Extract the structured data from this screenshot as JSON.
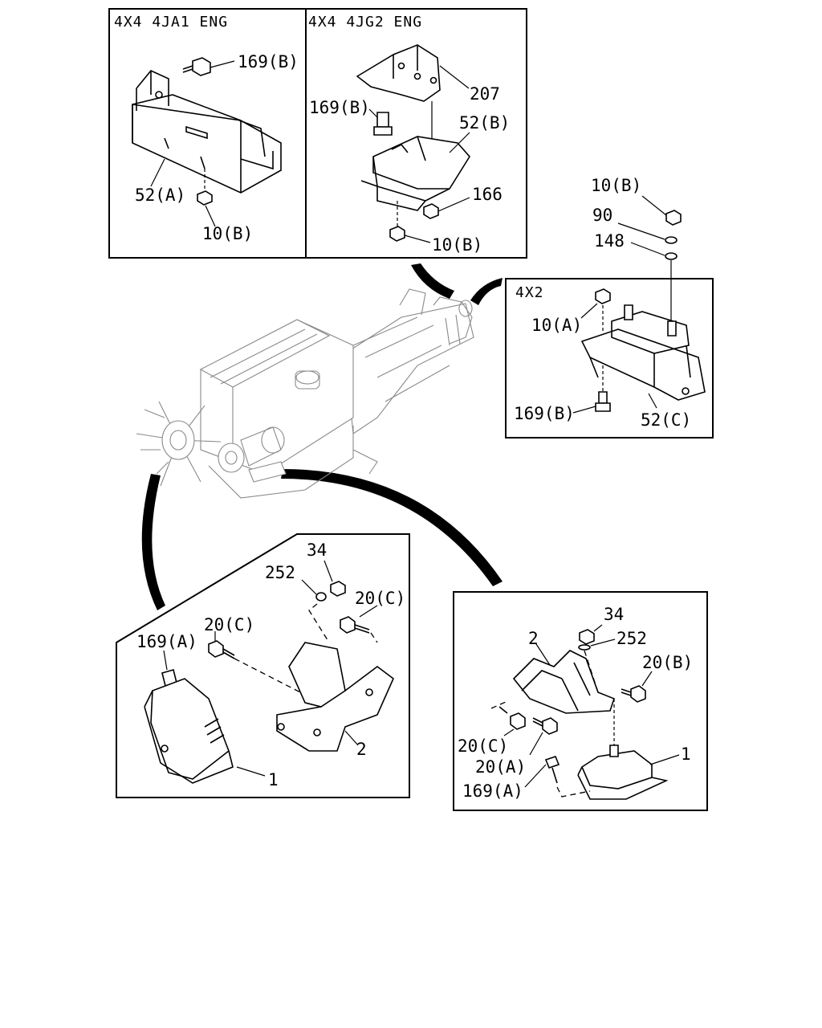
{
  "panels": {
    "ja1": {
      "header": "4X4  4JA1  ENG",
      "labels": {
        "bolt": "169(B)",
        "mount": "52(A)",
        "nut": "10(B)"
      }
    },
    "jg2": {
      "header": "4X4  4JG2  ENG",
      "labels": {
        "bracket": "207",
        "bolt": "169(B)",
        "mount": "52(B)",
        "nut_a": "166",
        "nut_b": "10(B)"
      }
    },
    "x2": {
      "header": "4X2",
      "labels": {
        "nut_top": "10(B)",
        "washer1": "90",
        "washer2": "148",
        "nut": "10(A)",
        "bolt": "169(B)",
        "mount": "52(C)"
      }
    },
    "front_left": {
      "labels": {
        "nut": "34",
        "washer": "252",
        "bolt_r": "20(C)",
        "bolt_l": "20(C)",
        "bolt_a": "169(A)",
        "bracket": "2",
        "mount": "1"
      }
    },
    "front_right": {
      "labels": {
        "nut": "34",
        "bracket": "2",
        "washer": "252",
        "bolt_b": "20(B)",
        "bolt_c": "20(C)",
        "bolt_a": "20(A)",
        "bolt_169": "169(A)",
        "mount": "1"
      }
    }
  },
  "colors": {
    "line": "#000000",
    "engine_line": "#8a8a8a",
    "background": "#ffffff"
  }
}
